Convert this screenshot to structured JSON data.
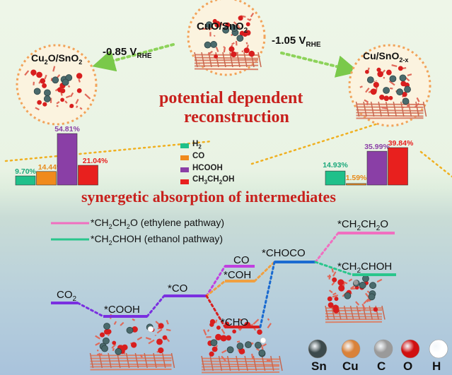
{
  "catalysts": {
    "center": {
      "main": "CuO/SnO",
      "sub": "2"
    },
    "left": {
      "main": "Cu",
      "sub1": "2",
      "mid": "O/SnO",
      "sub2": "2"
    },
    "right": {
      "main": "Cu/SnO",
      "sub": "2-x"
    }
  },
  "potentials": {
    "left": {
      "value": "-0.85 V",
      "sub": "RHE"
    },
    "right": {
      "value": "-1.05 V",
      "sub": "RHE"
    }
  },
  "titles": {
    "reconstruction_line1": "potential dependent",
    "reconstruction_line2": "reconstruction",
    "synergetic": "synergetic absorption of intermediates"
  },
  "legend": {
    "items": [
      {
        "label": "H",
        "sub": "2",
        "color": "#1fc08a"
      },
      {
        "label": "CO",
        "sub": "",
        "color": "#f08a1c"
      },
      {
        "label": "HCOOH",
        "sub": "",
        "color": "#8a3fa6"
      },
      {
        "label": "CH",
        "sub": "3",
        "label2": "CH",
        "sub2": "2",
        "label3": "OH",
        "color": "#e8201e"
      }
    ]
  },
  "chart_data": [
    {
      "type": "bar",
      "categories": [
        "H2",
        "CO",
        "HCOOH",
        "CH3CH2OH"
      ],
      "values": [
        9.7,
        14.44,
        54.81,
        21.04
      ],
      "labels": [
        "9.70%",
        "14.44%",
        "54.81%",
        "21.04%"
      ],
      "label_colors": [
        "#1aa87a",
        "#e88a1a",
        "#8a3fa6",
        "#e8201e"
      ]
    },
    {
      "type": "bar",
      "categories": [
        "H2",
        "CO",
        "HCOOH",
        "CH3CH2OH"
      ],
      "values": [
        14.93,
        1.59,
        35.99,
        39.84
      ],
      "labels": [
        "14.93%",
        "1.59%",
        "35.99%",
        "39.84%"
      ],
      "label_colors": [
        "#1aa87a",
        "#e88a1a",
        "#8a3fa6",
        "#e8201e"
      ]
    }
  ],
  "pathway_legend": {
    "ethylene": {
      "prefix": "*CH",
      "s1": "2",
      "mid": "CH",
      "s2": "2",
      "end": "O (ethylene pathway)",
      "color": "#f06fc0"
    },
    "ethanol": {
      "prefix": "*CH",
      "s1": "2",
      "mid": "CHOH (ethanol pathway)",
      "color": "#2ac68c"
    }
  },
  "intermediates": {
    "co2": {
      "main": "CO",
      "sub": "2"
    },
    "cooh": "*COOH",
    "co_ads": "*CO",
    "co": "CO",
    "coh": "*COH",
    "cho": "*CHO",
    "choco": "*CHOCO",
    "ch2ch2o": {
      "prefix": "*CH",
      "s1": "2",
      "mid": "CH",
      "s2": "2",
      "end": "O"
    },
    "ch2choh": {
      "prefix": "*CH",
      "s1": "2",
      "end": "CHOH"
    }
  },
  "atoms": [
    {
      "label": "Sn",
      "color": "#3c4a4c"
    },
    {
      "label": "Cu",
      "color": "#d9823a"
    },
    {
      "label": "C",
      "color": "#9a9a9a"
    },
    {
      "label": "O",
      "color": "#d01010"
    },
    {
      "label": "H",
      "color": "#ffffff"
    }
  ]
}
